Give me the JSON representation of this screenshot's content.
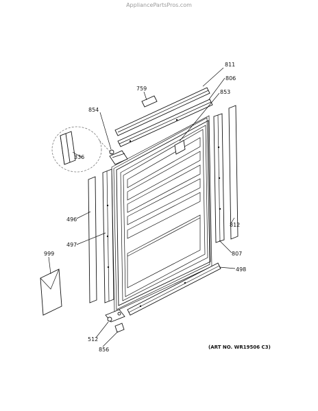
{
  "watermark": "AppliancePartsPros.com",
  "art_number": "(ART NO. WR19506 C3)",
  "labels": {
    "p811": "811",
    "p806": "806",
    "p853": "853",
    "p759": "759",
    "p854": "854",
    "p336": "336",
    "p496": "496",
    "p497": "497",
    "p812": "812",
    "p807": "807",
    "p999": "999",
    "p498": "498",
    "p512": "512",
    "p856": "856"
  }
}
